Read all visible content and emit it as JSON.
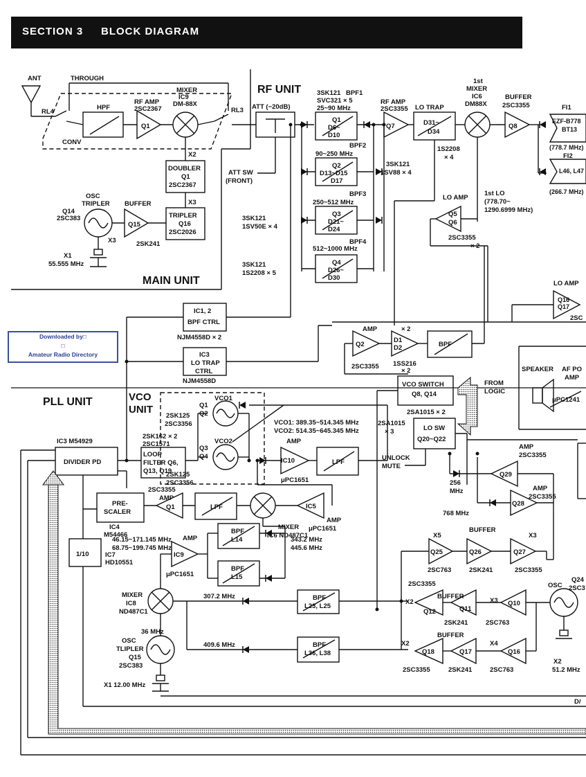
{
  "header": {
    "section": "SECTION 3",
    "title": "BLOCK DIAGRAM"
  },
  "badge": {
    "line1": "Downloaded by□",
    "line2": "□",
    "line3": "Amateur Radio Directory"
  },
  "colors": {
    "header_bg": "#111111",
    "badge_border": "#3a4f9c"
  },
  "units": {
    "rf": "RF UNIT",
    "main": "MAIN UNIT",
    "pll": "PLL UNIT",
    "vco": "VCO UNIT"
  },
  "labels": {
    "ant": "ANT",
    "through": "THROUGH",
    "rl4": "RL4",
    "conv": "CONV",
    "rl3": "RL3",
    "hpf": "HPF",
    "rfamp1_a": "RF AMP",
    "rfamp1_b": "2SC2367",
    "q1": "Q1",
    "mixer1_a": "MIXER",
    "mixer1_b": "IC9",
    "mixer1_c": "DM-88X",
    "x2a": "X2",
    "doubler_a": "DOUBLER",
    "doubler_b": "Q1",
    "doubler_c": "2SC2367",
    "x3a": "X3",
    "osctrip_a": "OSC",
    "osctrip_b": "TRIPLER",
    "osctrip_c": "Q14",
    "osctrip_d": "2SC383",
    "buffer1_a": "BUFFER",
    "q15": "Q15",
    "q15b": "2SK241",
    "tripler_a": "TRIPLER",
    "tripler_b": "Q16",
    "tripler_c": "2SC2026",
    "x3b": "X3",
    "x1a": "X1",
    "x1b": "55.555 MHz",
    "att": "ATT (−20dB)",
    "attsw_a": "ATT SW",
    "attsw_b": "(FRONT)",
    "bpf1_a": "3SK121",
    "bpf1_b": "BPF1",
    "bpf1_c": "SVC321 × 5",
    "bpf1_d": "25~90 MHz",
    "bpfq1_a": "Q1",
    "bpfq1_b": "D6~",
    "bpfq1_c": "D10",
    "bpf2": "BPF2",
    "bpf2_range": "90~250 MHz",
    "bpfq2_a": "Q2",
    "bpfq2_b": "D13~D15",
    "bpfq2_c": "D17",
    "bpf3": "BPF3",
    "bpf3_range": "250~512 MHz",
    "bpfq3_a": "Q3",
    "bpfq3_b": "D21~",
    "bpfq3_c": "D24",
    "bpf4_range": "512~1000 MHz",
    "bpf4": "BPF4",
    "bpfq4_a": "Q4",
    "bpfq4_b": "D26~",
    "bpfq4_c": "D30",
    "sw1_a": "3SK121",
    "sw1_b": "1SV50E × 4",
    "sw2_a": "3SK121",
    "sw2_b": "1S2208 × 5",
    "sw3_a": "3SK121",
    "sw3_b": "1SV88 × 4",
    "rfamp2_a": "RF AMP",
    "rfamp2_b": "2SC3355",
    "q7": "Q7",
    "lotrap": "LO TRAP",
    "lotrap_a": "D31~",
    "lotrap_b": "D34",
    "lotrap_c": "1S2208",
    "lotrap_d": "× 4",
    "mix1st_a": "1st",
    "mix1st_b": "MIXER",
    "mix1st_c": "IC6",
    "mix1st_d": "DM88X",
    "buffer2_a": "BUFFER",
    "buffer2_b": "2SC3355",
    "q8": "Q8",
    "fi1": "FI1",
    "fi1_a": "EZF-B778",
    "fi1_b": "BT13",
    "fi1_c": "(778.7 MHz)",
    "fi2": "FI2",
    "fi2_a": "L46, L47",
    "fi2_c": "(266.7 MHz)",
    "loamp1": "LO AMP",
    "q5": "Q5",
    "q6": "Q6",
    "loamp1_b": "2SC3355",
    "loamp1_c": "× 2",
    "lo1_a": "1st LO",
    "lo1_b": "(778.70~",
    "lo1_c": "1290.6999 MHz)",
    "loamp2": "LO AMP",
    "q16b": "Q16",
    "q17b": "Q17",
    "loamp2_b": "2SC",
    "ic12_a": "IC1, 2",
    "ic12_b": "BPF CTRL",
    "ic12_c": "NJM4558D × 2",
    "ic3_a": "IC3",
    "ic3_b": "LO TRAP",
    "ic3_c": "CTRL",
    "ic3_d": "NJM4558D",
    "amp_a": "AMP",
    "q2b": "Q2",
    "q2c": "2SC3355",
    "x2b": "× 2",
    "d1": "D1",
    "d2": "D2",
    "d1d2_a": "1SS216",
    "d1d2_b": "× 2",
    "bpf_right": "BPF",
    "speaker": "SPEAKER",
    "afpo": "AF PO",
    "afamp": "AMP",
    "upc": "μPC1241",
    "vcosw_a": "VCO SWITCH",
    "vcosw_b": "Q8, Q14",
    "vcosw_c": "2SA1015 × 2",
    "fromlogic_a": "FROM",
    "fromlogic_b": "LOGIC",
    "losw_a": "2SA1015",
    "losw_b": "× 3",
    "losw_c": "LO SW",
    "losw_d": "Q20~Q22",
    "unlock": "UNLOCK",
    "mute": "MUTE",
    "vco_sk1": "2SK125",
    "vco_sc1": "2SC3356",
    "vco_q1": "Q1",
    "vco_q2": "Q2",
    "vco1": "VCO1",
    "vco_q3": "Q3",
    "vco_q4": "Q4",
    "vco2": "VCO2",
    "vco_sk2": "2SK125",
    "vco_sc2": "2SC3356",
    "vco1_f": "VCO1: 389.35~514.345 MHz",
    "vco2_f": "VCO2: 514.35~645.345 MHz",
    "sk162_a": "2SK162 × 2",
    "sk162_b": "2SC1571",
    "lf_a": "LOOP",
    "lf_b": "FILTER Q6,",
    "lf_c": "Q13, Q19",
    "ic3pll": "IC3 M54929",
    "divider": "DIVIDER PD",
    "ic10_a": "AMP",
    "ic10_b": "IC10",
    "ic10_c": "μPC1651",
    "lpf1": "LPF",
    "pre_a": "PRE-",
    "pre_b": "SCALER",
    "pre_c": "IC4",
    "pre_d": "M54466",
    "q1amp_a": "2SC3355",
    "q1amp_b": "AMP",
    "q1amp_c": "Q1",
    "lpf2": "LPF",
    "mix6_a": "MIXER",
    "mix6_b": "IC6 ND487C1",
    "ic5_a": "IC5",
    "ic5_b": "AMP",
    "ic5_c": "μPC1651",
    "range_a": "46.15~171.145 MHz",
    "range_b": "68.75~199.745 MHz",
    "div10": "1/10",
    "ic7_a": "IC7",
    "ic7_b": "HD10551",
    "ic9_a": "AMP",
    "ic9_b": "IC9",
    "ic9_c": "μPC1651",
    "bpfl14_a": "BPF",
    "bpfl14_b": "L14",
    "bpfl15_a": "BPF",
    "bpfl15_b": "L15",
    "f343": "343.2 MHz",
    "f445": "445.6 MHz",
    "mix8_a": "MIXER",
    "mix8_b": "IC8",
    "mix8_c": "ND487C1",
    "f36": "36 MHz",
    "osc2_a": "OSC",
    "osc2_b": "TLIPLER",
    "osc2_c": "Q15",
    "osc2_d": "2SC383",
    "x1c": "X1  12.00 MHz",
    "f307": "307.2 MHz",
    "f409": "409.6 MHz",
    "bpfl23_a": "BPF",
    "bpfl23_b": "L23, L25",
    "bpfl36_a": "BPF",
    "bpfl36_b": "L36, L38",
    "q29_a": "AMP",
    "q29_b": "2SC3355",
    "q29": "Q29",
    "f256_a": "256",
    "f256_b": "MHz",
    "q28_a": "AMP",
    "q28_b": "2SC3355",
    "q28": "Q28",
    "f768": "768 MHz",
    "x5": "X5",
    "q25": "Q25",
    "q25b": "2SC763",
    "buf3": "BUFFER",
    "q26": "Q26",
    "q26b": "2SK241",
    "x3c": "X3",
    "q27": "Q27",
    "q27b": "2SC3355",
    "sc3355": "2SC3355",
    "x2c": "X2",
    "q12": "Q12",
    "buf4": "BUFFER",
    "q11": "Q11",
    "q11b": "2SK241",
    "x3d": "X3",
    "q10": "Q10",
    "q10b": "2SC763",
    "osc3": "OSC",
    "q24": "Q24",
    "q24b": "2SC3",
    "x2d": "X2",
    "f512": "51.2 MHz",
    "x2e": "X2",
    "q18": "Q18",
    "q18b": "2SC3355",
    "buf5": "BUFFER",
    "q17c": "Q17",
    "q17d": "2SK241",
    "x4": "X4",
    "q16c": "Q16",
    "q16d": "2SC763",
    "da": "D/"
  }
}
